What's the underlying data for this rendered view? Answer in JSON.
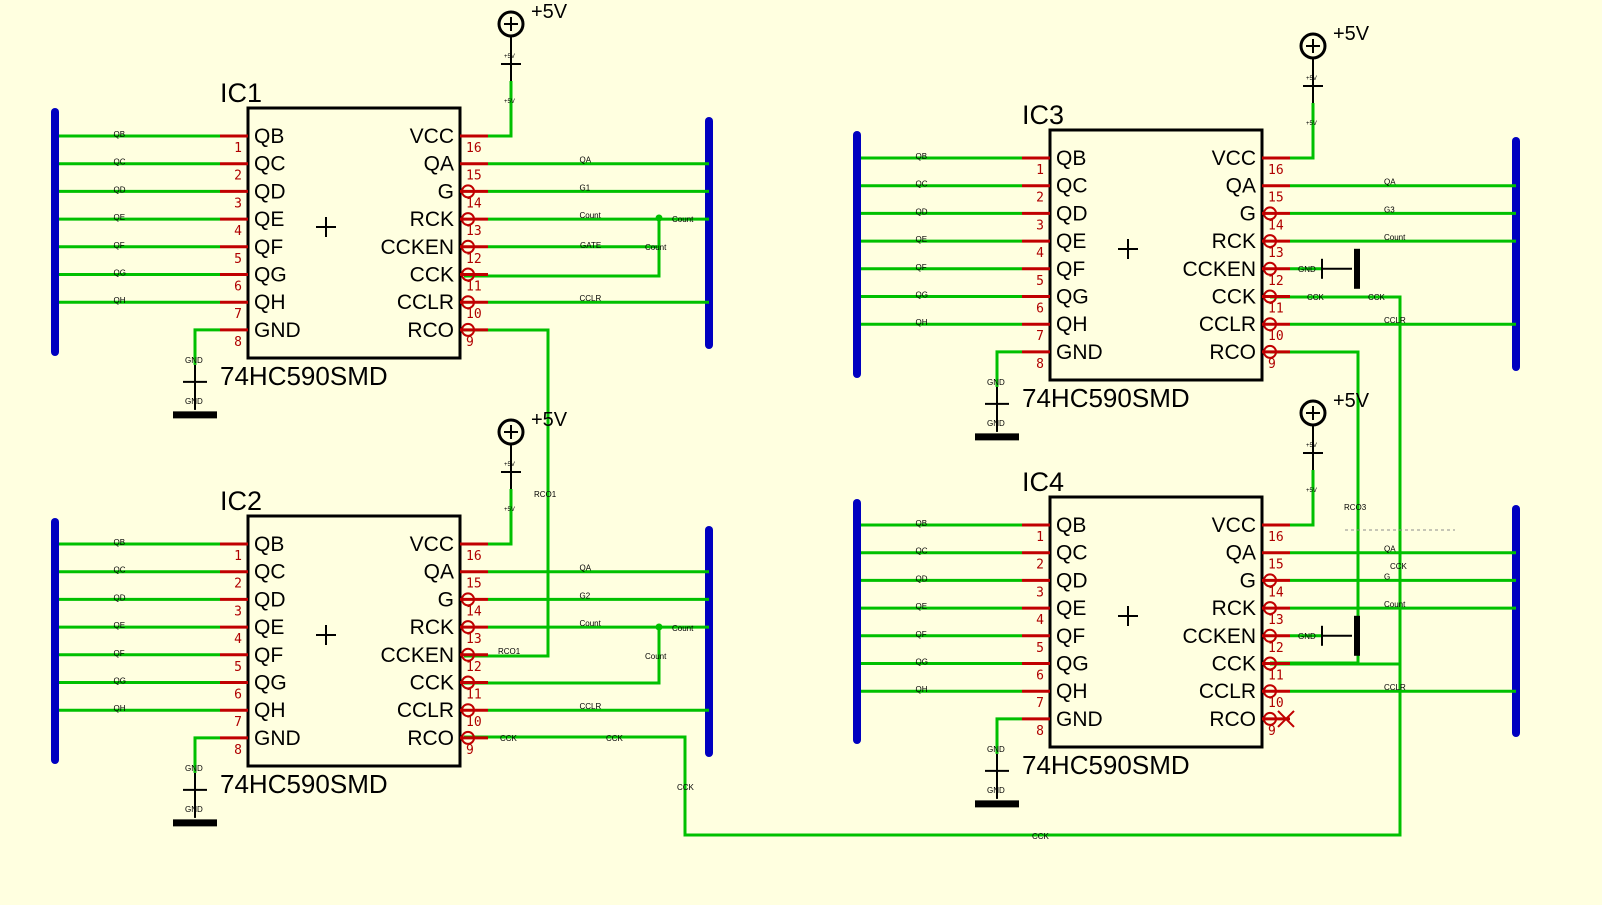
{
  "diagram": {
    "part": "74HC590SMD",
    "power_label": "+5V",
    "vcc_net_label": "+5V",
    "gnd_label": "GND",
    "left_pins": [
      {
        "name": "QB",
        "num": "1"
      },
      {
        "name": "QC",
        "num": "2"
      },
      {
        "name": "QD",
        "num": "3"
      },
      {
        "name": "QE",
        "num": "4"
      },
      {
        "name": "QF",
        "num": "5"
      },
      {
        "name": "QG",
        "num": "6"
      },
      {
        "name": "QH",
        "num": "7"
      },
      {
        "name": "GND",
        "num": "8"
      }
    ],
    "right_pins": [
      {
        "name": "VCC",
        "num": "16"
      },
      {
        "name": "QA",
        "num": "15"
      },
      {
        "name": "G",
        "num": "14"
      },
      {
        "name": "RCK",
        "num": "13"
      },
      {
        "name": "CCKEN",
        "num": "12"
      },
      {
        "name": "CCK",
        "num": "11"
      },
      {
        "name": "CCLR",
        "num": "10"
      },
      {
        "name": "RCO",
        "num": "9"
      }
    ],
    "left_net_labels": [
      "QB",
      "QC",
      "QD",
      "QE",
      "QF",
      "QG",
      "QH"
    ],
    "chips": [
      {
        "ref": "IC1",
        "right_nets": [
          "QA",
          "G1",
          "Count",
          "Count",
          "Count",
          "CCLR",
          "RCO1"
        ],
        "ccken_net": "GATE"
      },
      {
        "ref": "IC2",
        "right_nets": [
          "QA",
          "G2",
          "Count",
          "RCO1",
          "Count",
          "CCLR",
          "CCK"
        ],
        "ccken_net": "RCO1"
      },
      {
        "ref": "IC3",
        "right_nets": [
          "QA",
          "G3",
          "Count",
          "GND",
          "CCK",
          "CCLR",
          "RCO3"
        ],
        "ccken_net": "GND"
      },
      {
        "ref": "IC4",
        "right_nets": [
          "QA",
          "G",
          "Count",
          "RCO3",
          "CCK",
          "CCLR",
          ""
        ],
        "ccken_net": "RCO3"
      }
    ],
    "wire_labels": {
      "rco1_mid": "RCO1",
      "rco3_mid": "RCO3",
      "cck_a": "CCK",
      "cck_b": "CCK",
      "cck_c": "CCK",
      "cck_bottom": "CCK",
      "cck_ic3": "CCK",
      "cck_ic4": "CCK",
      "count_a": "Count",
      "count_b": "Count",
      "count_c": "Count",
      "count_d": "Count",
      "ic3_gnd": "GND",
      "ic4_gnd": "GND"
    },
    "colors": {
      "wire": "#00c000",
      "bus": "#0000c0",
      "pin": "#c00000",
      "outline": "#000000",
      "background": "#ffffe0"
    }
  }
}
